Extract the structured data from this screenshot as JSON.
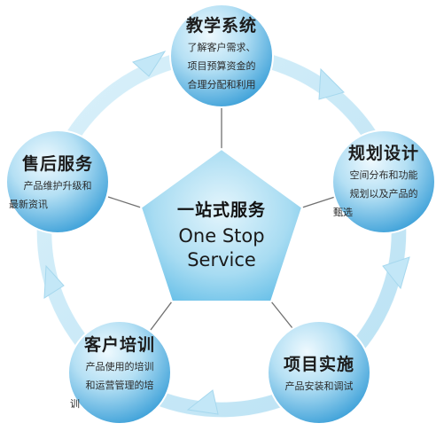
{
  "center": {
    "title": "一站式服务",
    "subtitle_line1": "One Stop",
    "subtitle_line2": "Service"
  },
  "nodes": [
    {
      "key": "teaching",
      "title": "教学系统",
      "desc": [
        "了解客户需求、",
        "项目预算资金的",
        "合理分配和利用"
      ]
    },
    {
      "key": "planning",
      "title": "规划设计",
      "desc": [
        "空间分布和功能",
        "规划以及产品的",
        "甄选"
      ]
    },
    {
      "key": "implementation",
      "title": "项目实施",
      "desc": [
        "产品安装和调试"
      ]
    },
    {
      "key": "training",
      "title": "客户培训",
      "desc": [
        "产品使用的培训",
        "和运营管理的培",
        "训"
      ]
    },
    {
      "key": "aftersales",
      "title": "售后服务",
      "desc": [
        "产品维护升级和",
        "最新资讯"
      ]
    }
  ],
  "colors": {
    "ring": "#c9e9f6",
    "ring_edge": "#a9d9ee",
    "circle_light": "#e6f6fd",
    "circle_dark": "#3fa6dc",
    "pentagon_light": "#d9f1fb",
    "pentagon_dark": "#6fc4ea",
    "connector": "#6b6b6b"
  }
}
